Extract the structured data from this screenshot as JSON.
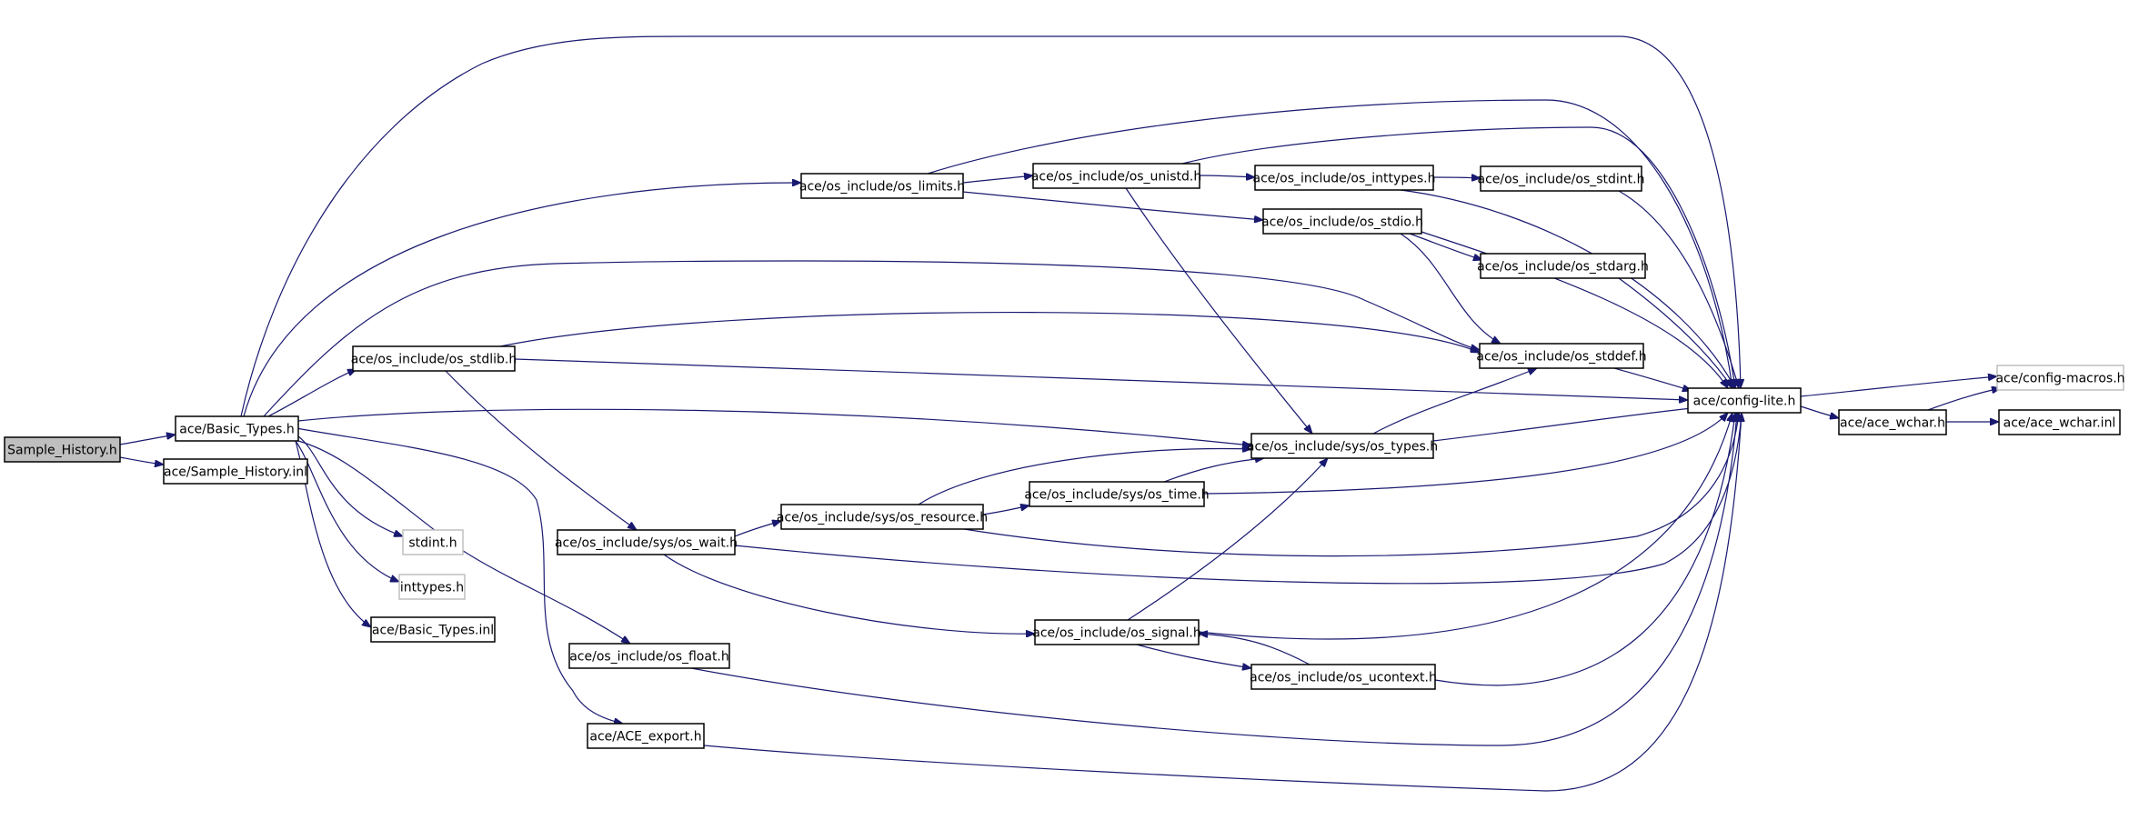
{
  "diagram": {
    "root": "Sample_History.h",
    "colors": {
      "edge": "#191970",
      "node_border": "#000000",
      "root_fill": "#bfbfbf",
      "missing_border": "#bfbfbf"
    },
    "nodes": [
      {
        "id": "sample_history_h",
        "label": "Sample_History.h",
        "kind": "root"
      },
      {
        "id": "basic_types_h",
        "label": "ace/Basic_Types.h"
      },
      {
        "id": "sample_history_inl",
        "label": "ace/Sample_History.inl"
      },
      {
        "id": "os_limits_h",
        "label": "ace/os_include/os_limits.h"
      },
      {
        "id": "os_unistd_h",
        "label": "ace/os_include/os_unistd.h"
      },
      {
        "id": "os_inttypes_h",
        "label": "ace/os_include/os_inttypes.h"
      },
      {
        "id": "os_stdint_h",
        "label": "ace/os_include/os_stdint.h"
      },
      {
        "id": "os_stdio_h",
        "label": "ace/os_include/os_stdio.h"
      },
      {
        "id": "os_stdarg_h",
        "label": "ace/os_include/os_stdarg.h"
      },
      {
        "id": "os_stdlib_h",
        "label": "ace/os_include/os_stdlib.h"
      },
      {
        "id": "os_stddef_h",
        "label": "ace/os_include/os_stddef.h"
      },
      {
        "id": "config_lite_h",
        "label": "ace/config-lite.h"
      },
      {
        "id": "config_macros_h",
        "label": "ace/config-macros.h",
        "kind": "missing"
      },
      {
        "id": "ace_wchar_h",
        "label": "ace/ace_wchar.h"
      },
      {
        "id": "ace_wchar_inl",
        "label": "ace/ace_wchar.inl"
      },
      {
        "id": "os_types_h",
        "label": "ace/os_include/sys/os_types.h"
      },
      {
        "id": "os_time_h",
        "label": "ace/os_include/sys/os_time.h"
      },
      {
        "id": "os_resource_h",
        "label": "ace/os_include/sys/os_resource.h"
      },
      {
        "id": "os_wait_h",
        "label": "ace/os_include/sys/os_wait.h"
      },
      {
        "id": "stdint_h",
        "label": "stdint.h",
        "kind": "missing"
      },
      {
        "id": "inttypes_h",
        "label": "inttypes.h",
        "kind": "missing"
      },
      {
        "id": "basic_types_inl",
        "label": "ace/Basic_Types.inl"
      },
      {
        "id": "os_signal_h",
        "label": "ace/os_include/os_signal.h"
      },
      {
        "id": "os_ucontext_h",
        "label": "ace/os_include/os_ucontext.h"
      },
      {
        "id": "os_float_h",
        "label": "ace/os_include/os_float.h"
      },
      {
        "id": "ace_export_h",
        "label": "ace/ACE_export.h"
      }
    ],
    "edges": [
      {
        "from": "sample_history_h",
        "to": "basic_types_h"
      },
      {
        "from": "sample_history_h",
        "to": "sample_history_inl"
      },
      {
        "from": "basic_types_h",
        "to": "config_lite_h"
      },
      {
        "from": "basic_types_h",
        "to": "os_limits_h"
      },
      {
        "from": "basic_types_h",
        "to": "os_stddef_h"
      },
      {
        "from": "basic_types_h",
        "to": "os_stdlib_h"
      },
      {
        "from": "basic_types_h",
        "to": "os_types_h"
      },
      {
        "from": "basic_types_h",
        "to": "stdint_h"
      },
      {
        "from": "basic_types_h",
        "to": "inttypes_h"
      },
      {
        "from": "basic_types_h",
        "to": "basic_types_inl"
      },
      {
        "from": "basic_types_h",
        "to": "os_float_h"
      },
      {
        "from": "basic_types_h",
        "to": "ace_export_h"
      },
      {
        "from": "os_limits_h",
        "to": "os_unistd_h"
      },
      {
        "from": "os_limits_h",
        "to": "os_stdio_h"
      },
      {
        "from": "os_limits_h",
        "to": "config_lite_h"
      },
      {
        "from": "os_unistd_h",
        "to": "os_inttypes_h"
      },
      {
        "from": "os_unistd_h",
        "to": "config_lite_h"
      },
      {
        "from": "os_unistd_h",
        "to": "os_types_h"
      },
      {
        "from": "os_inttypes_h",
        "to": "os_stdint_h"
      },
      {
        "from": "os_inttypes_h",
        "to": "config_lite_h"
      },
      {
        "from": "os_stdint_h",
        "to": "config_lite_h"
      },
      {
        "from": "os_stdio_h",
        "to": "os_stdarg_h"
      },
      {
        "from": "os_stdio_h",
        "to": "os_stddef_h"
      },
      {
        "from": "os_stdio_h",
        "to": "config_lite_h"
      },
      {
        "from": "os_stdarg_h",
        "to": "config_lite_h"
      },
      {
        "from": "os_stdlib_h",
        "to": "os_stddef_h"
      },
      {
        "from": "os_stdlib_h",
        "to": "config_lite_h"
      },
      {
        "from": "os_stdlib_h",
        "to": "os_wait_h"
      },
      {
        "from": "os_stddef_h",
        "to": "config_lite_h"
      },
      {
        "from": "config_lite_h",
        "to": "config_macros_h"
      },
      {
        "from": "config_lite_h",
        "to": "ace_wchar_h"
      },
      {
        "from": "ace_wchar_h",
        "to": "config_macros_h"
      },
      {
        "from": "ace_wchar_h",
        "to": "ace_wchar_inl"
      },
      {
        "from": "os_types_h",
        "to": "os_stddef_h"
      },
      {
        "from": "os_types_h",
        "to": "config_lite_h"
      },
      {
        "from": "os_time_h",
        "to": "os_types_h"
      },
      {
        "from": "os_time_h",
        "to": "config_lite_h"
      },
      {
        "from": "os_resource_h",
        "to": "os_types_h"
      },
      {
        "from": "os_resource_h",
        "to": "os_time_h"
      },
      {
        "from": "os_resource_h",
        "to": "config_lite_h"
      },
      {
        "from": "os_wait_h",
        "to": "os_resource_h"
      },
      {
        "from": "os_wait_h",
        "to": "os_signal_h"
      },
      {
        "from": "os_wait_h",
        "to": "config_lite_h"
      },
      {
        "from": "os_signal_h",
        "to": "os_types_h"
      },
      {
        "from": "os_signal_h",
        "to": "os_ucontext_h"
      },
      {
        "from": "os_signal_h",
        "to": "config_lite_h"
      },
      {
        "from": "os_ucontext_h",
        "to": "os_signal_h"
      },
      {
        "from": "os_ucontext_h",
        "to": "config_lite_h"
      },
      {
        "from": "os_float_h",
        "to": "config_lite_h"
      },
      {
        "from": "ace_export_h",
        "to": "config_lite_h"
      }
    ]
  }
}
